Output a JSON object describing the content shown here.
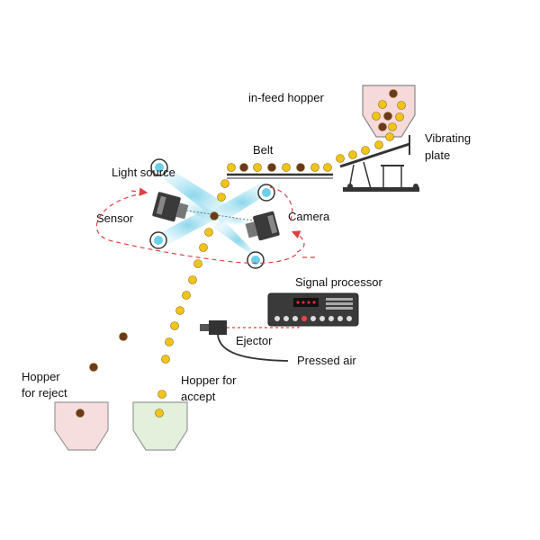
{
  "labels": {
    "infeed_hopper": "in-feed hopper",
    "belt": "Belt",
    "vibrating_plate_line1": "Vibrating",
    "vibrating_plate_line2": "plate",
    "light_source": "Light source",
    "sensor": "Sensor",
    "camera": "Camera",
    "signal_processor": "Signal processor",
    "ejector": "Ejector",
    "pressed_air": "Pressed air",
    "hopper_reject_line1": "Hopper",
    "hopper_reject_line2": "for reject",
    "hopper_accept_line1": "Hopper for",
    "hopper_accept_line2": "accept"
  },
  "colors": {
    "good_bean": "#f0c419",
    "bad_bean": "#6b3a1e",
    "light_beam": "#a8dff0",
    "signal_line": "#e04040",
    "hopper_infeed": "#f6d9d9",
    "hopper_reject": "#f6dede",
    "hopper_accept": "#e2f0dc",
    "machine_dark": "#333333"
  }
}
